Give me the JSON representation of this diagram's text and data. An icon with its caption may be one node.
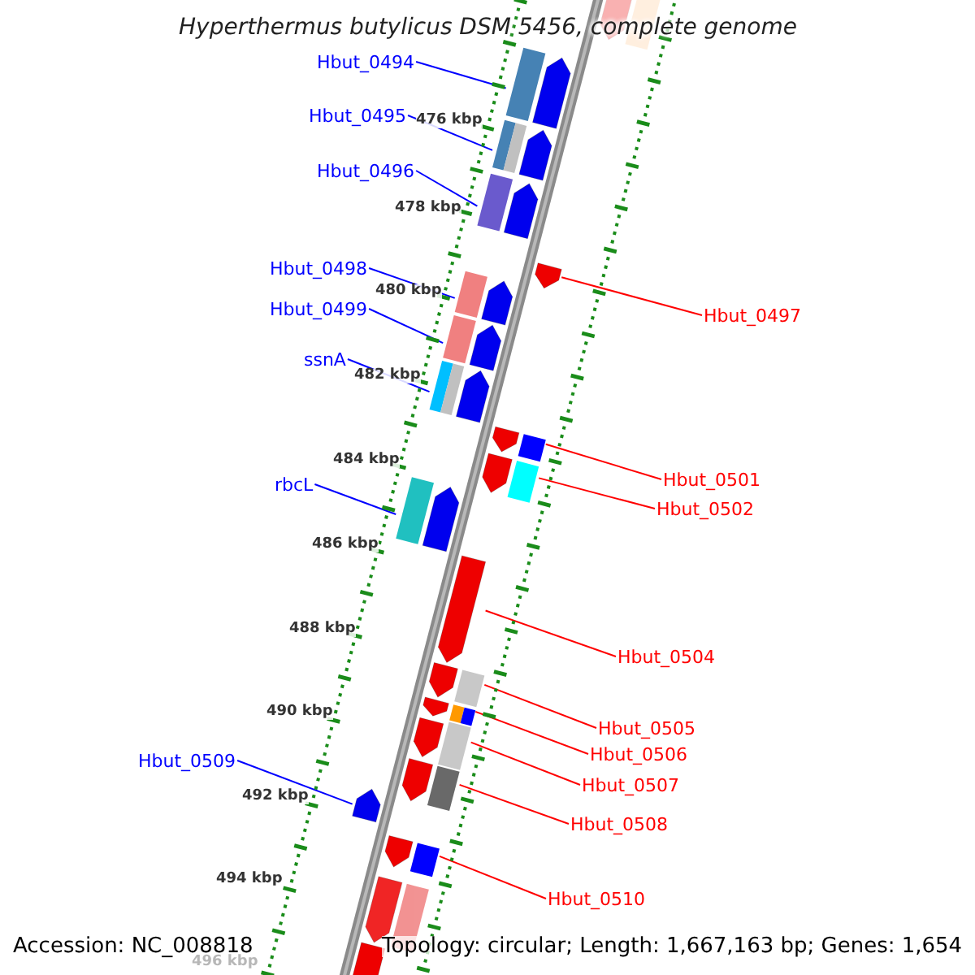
{
  "diagram": {
    "title": "Hyperthermus butylicus DSM 5456, complete genome",
    "nodes": [
      {
        "text": [
          "Hbut_0494"
        ]
      },
      {
        "text": [
          "Hbut_0495"
        ]
      },
      {
        "text": [
          "Hbut_0496"
        ]
      },
      {
        "text": [
          "Hbut_0498"
        ]
      },
      {
        "text": [
          "Hbut_0499"
        ]
      },
      {
        "text": [
          "Hbut_0497"
        ]
      },
      {
        "text": [
          "ssnA"
        ]
      },
      {
        "text": [
          "Hbut_0501"
        ]
      },
      {
        "text": [
          "rbcL"
        ]
      },
      {
        "text": [
          "Hbut_0502"
        ]
      },
      {
        "text": [
          "Hbut_0504"
        ]
      },
      {
        "text": [
          "Hbut_0505"
        ]
      },
      {
        "text": [
          "Hbut_0506"
        ]
      },
      {
        "text": [
          "Hbut_0509"
        ]
      },
      {
        "text": [
          "Hbut_0507"
        ]
      },
      {
        "text": [
          "Hbut_0508"
        ]
      },
      {
        "text": [
          "Hbut_0510"
        ]
      },
      {
        "text": [],
        "shape": "bar"
      },
      {
        "text": [],
        "shape": "bar"
      },
      {
        "text": [],
        "shape": "bar"
      },
      {
        "text": [],
        "shape": "bar"
      },
      {
        "text": [],
        "shape": "bar"
      },
      {
        "text": [],
        "shape": "bar"
      },
      {
        "text": [],
        "shape": "bar"
      },
      {
        "text": [],
        "shape": "bar"
      },
      {
        "text": [],
        "shape": "bar"
      },
      {
        "text": [],
        "shape": "bar"
      },
      {
        "text": [],
        "shape": "bar"
      },
      {
        "text": [],
        "shape": "bar"
      },
      {
        "text": [],
        "shape": "bar"
      },
      {
        "text": [],
        "shape": "bar"
      },
      {
        "text": [],
        "shape": "bar"
      },
      {
        "text": [],
        "shape": "bar"
      },
      {
        "text": [],
        "shape": "bar"
      }
    ],
    "edges": [
      {
        "from": 0,
        "to": 17,
        "arrow": "none",
        "color": "#0000ff"
      },
      {
        "from": 1,
        "to": 18,
        "arrow": "none",
        "color": "#0000ff"
      },
      {
        "from": 2,
        "to": 19,
        "arrow": "none",
        "color": "#0000ff"
      },
      {
        "from": 3,
        "to": 20,
        "arrow": "none",
        "color": "#0000ff"
      },
      {
        "from": 4,
        "to": 21,
        "arrow": "none",
        "color": "#0000ff"
      },
      {
        "from": 5,
        "to": 22,
        "arrow": "none"
      },
      {
        "from": 6,
        "to": 23,
        "arrow": "none",
        "color": "#0000ff"
      },
      {
        "from": 7,
        "to": 24,
        "arrow": "none"
      },
      {
        "from": 8,
        "to": 25,
        "arrow": "none",
        "color": "#0000ff"
      },
      {
        "from": 9,
        "to": 26,
        "arrow": "none"
      },
      {
        "from": 10,
        "to": 27,
        "arrow": "none"
      },
      {
        "from": 11,
        "to": 28,
        "arrow": "none"
      },
      {
        "from": 12,
        "to": 29,
        "arrow": "none"
      },
      {
        "from": 13,
        "to": 30,
        "arrow": "none",
        "color": "#0000ff"
      },
      {
        "from": 14,
        "to": 31,
        "arrow": "none"
      },
      {
        "from": 15,
        "to": 32,
        "arrow": "none"
      },
      {
        "from": 16,
        "to": 33,
        "arrow": "none"
      }
    ],
    "labels": [
      "476 kbp",
      "478 kbp",
      "480 kbp",
      "482 kbp",
      "484 kbp",
      "486 kbp",
      "488 kbp",
      "490 kbp",
      "492 kbp",
      "494 kbp",
      "496 kbp",
      "Accession: NC_008818",
      "Topology: circular; Length: 1,667,163 bp; Genes: 1,654"
    ]
  }
}
